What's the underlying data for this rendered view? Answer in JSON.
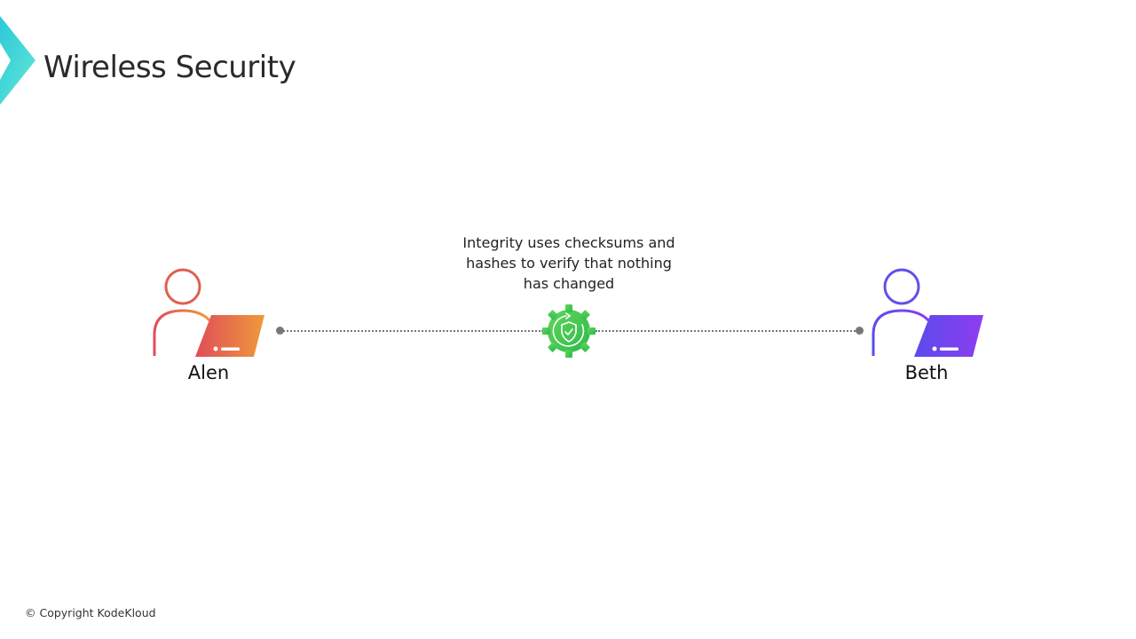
{
  "header": {
    "title": "Wireless Security"
  },
  "diagram": {
    "sender": {
      "name": "Alen"
    },
    "receiver": {
      "name": "Beth"
    },
    "caption": "Integrity uses checksums and hashes to verify that nothing has changed",
    "center_icon": "shield-check-gear-icon"
  },
  "footer": {
    "copyright": "© Copyright KodeKloud"
  },
  "colors": {
    "logo": "#3fd6d6",
    "alen": "#e0605a",
    "beth": "#6a4cf0",
    "integrity": "#3ec94a"
  }
}
